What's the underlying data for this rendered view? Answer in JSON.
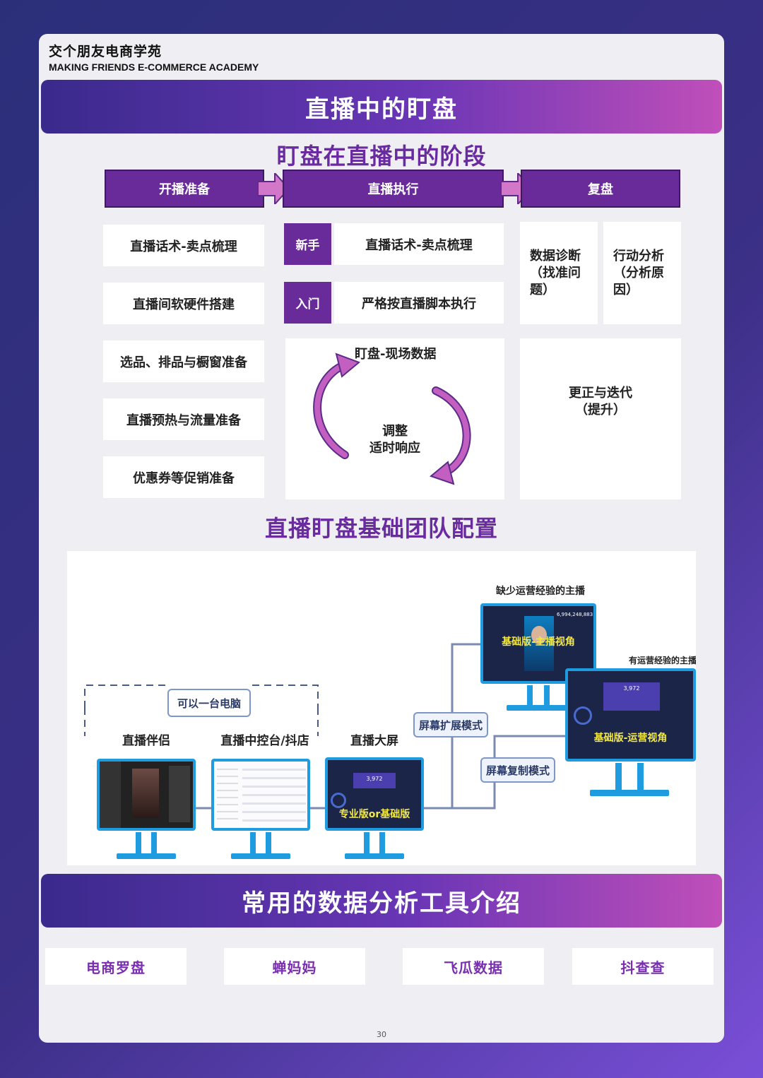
{
  "brand": {
    "cn": "交个朋友电商学苑",
    "en": "MAKING FRIENDS E-COMMERCE ACADEMY"
  },
  "banner_top": "直播中的盯盘",
  "section1_title": "盯盘在直播中的阶段",
  "stages": [
    "开播准备",
    "直播执行",
    "复盘"
  ],
  "prep_items": [
    "直播话术-卖点梳理",
    "直播间软硬件搭建",
    "选品、排品与橱窗准备",
    "直播预热与流量准备",
    "优惠券等促销准备"
  ],
  "exec": {
    "tags": [
      "新手",
      "入门"
    ],
    "items": [
      "直播话术-卖点梳理",
      "严格按直播脚本执行"
    ],
    "cycle_top": "盯盘-现场数据",
    "cycle_bottom_1": "调整",
    "cycle_bottom_2": "适时响应"
  },
  "review": {
    "diag": "数据诊断（找准问题）",
    "action": "行动分析（分析原因）",
    "improve_1": "更正与迭代",
    "improve_2": "（提升）"
  },
  "section2_title": "直播盯盘基础团队配置",
  "diagram": {
    "one_pc": "可以一台电脑",
    "companion": "直播伴侣",
    "console": "直播中控台/抖店",
    "big_screen": "直播大屏",
    "big_screen_label": "专业版or基础版",
    "extend_mode": "屏幕扩展模式",
    "mirror_mode": "屏幕复制模式",
    "novice_host": "缺少运营经验的主播",
    "novice_label": "基础版-主播视角",
    "expert_host": "有运营经验的主播",
    "expert_label": "基础版-运营视角",
    "novice_big_number": "6,994,248,883",
    "dash_number": "3,972"
  },
  "banner_bottom": "常用的数据分析工具介绍",
  "tools": [
    "电商罗盘",
    "蝉妈妈",
    "飞瓜数据",
    "抖查查"
  ],
  "page_number": "30",
  "colors": {
    "accent": "#6a2b9a",
    "title": "#6a2aa0",
    "screen": "#1b2547",
    "stand": "#2ea1e0"
  }
}
